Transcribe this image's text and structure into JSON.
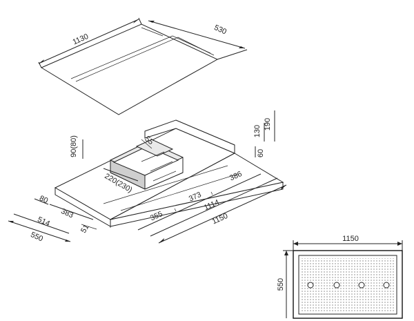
{
  "panel": {
    "width": "1130",
    "depth": "530"
  },
  "hood": {
    "dim_1150": "1150",
    "dim_1114": "1114",
    "dim_355": "355",
    "dim_373": "373",
    "dim_386": "386",
    "dim_550": "550",
    "dim_514": "514",
    "dim_383": "383",
    "dim_80": "80",
    "dim_51": "51",
    "dim_130": "130",
    "dim_190": "190",
    "dim_60": "60",
    "dim_90_80": "90(80)",
    "dim_220_230": "220(230)",
    "dim_55": "55"
  },
  "top_view": {
    "width": "1150",
    "depth": "550"
  }
}
